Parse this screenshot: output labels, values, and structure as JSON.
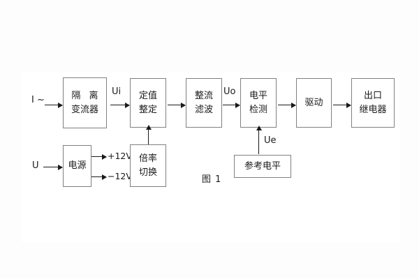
{
  "figure": {
    "caption": "图 1",
    "background": "#ffffff",
    "box_border_color": "#808080",
    "line_color": "#1a1a1a"
  },
  "inputs": {
    "current": "I ~",
    "voltage": "U"
  },
  "signals": {
    "ui": "Ui",
    "uo": "Uo",
    "ue": "Ue",
    "supply_pos": "+12V",
    "supply_neg": "−12V"
  },
  "blocks": {
    "isolation_ct": {
      "line1": "隔 离",
      "line2": "变流器"
    },
    "setting": {
      "line1": "定值",
      "line2": "整定"
    },
    "rectify_filter": {
      "line1": "整流",
      "line2": "滤波"
    },
    "level_detect": {
      "line1": "电平",
      "line2": "检测"
    },
    "driver": {
      "line1": "驱动"
    },
    "output_relay": {
      "line1": "出口",
      "line2": "继电器"
    },
    "power_supply": {
      "line1": "电源"
    },
    "multiplier_switch": {
      "line1": "倍率",
      "line2": "切换"
    },
    "reference_level": {
      "line1": "参考电平"
    }
  }
}
